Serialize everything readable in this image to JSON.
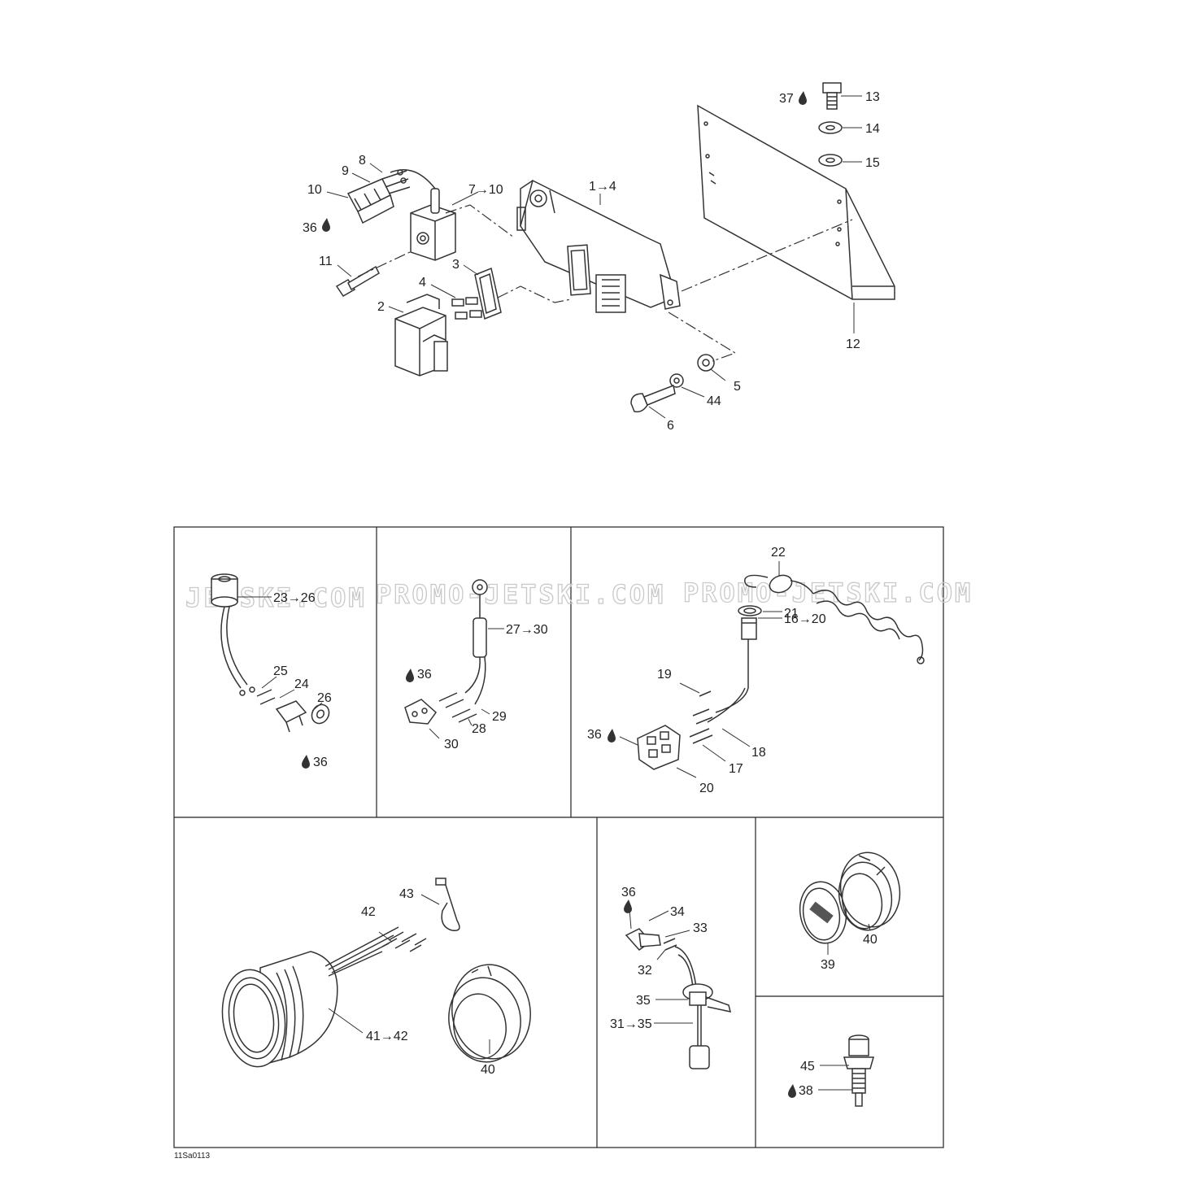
{
  "drawing_code": "11Sa0113",
  "watermarks": [
    "JETSKI.COM",
    "PROMO-JETSKI.COM",
    "PROMO-JETSKI.COM"
  ],
  "callouts": {
    "c13": "13",
    "c14": "14",
    "c15": "15",
    "c37": "37",
    "c12": "12",
    "c1_4": "1→4",
    "c7_10": "7→10",
    "c8": "8",
    "c9": "9",
    "c10": "10",
    "c36a": "36",
    "c11": "11",
    "c3": "3",
    "c4": "4",
    "c2": "2",
    "c5": "5",
    "c44": "44",
    "c6": "6",
    "c23_26": "23→26",
    "c25": "25",
    "c24": "24",
    "c26": "26",
    "c36b": "36",
    "c27_30": "27→30",
    "c36c": "36",
    "c29": "29",
    "c28": "28",
    "c30": "30",
    "c22": "22",
    "c21": "21",
    "c16_20": "16→20",
    "c19": "19",
    "c36d": "36",
    "c18": "18",
    "c17": "17",
    "c20": "20",
    "c43": "43",
    "c42": "42",
    "c41_42": "41→42",
    "c40a": "40",
    "c36e": "36",
    "c34": "34",
    "c33": "33",
    "c32": "32",
    "c35": "35",
    "c31_35": "31→35",
    "c39": "39",
    "c40b": "40",
    "c45": "45",
    "c38": "38"
  }
}
